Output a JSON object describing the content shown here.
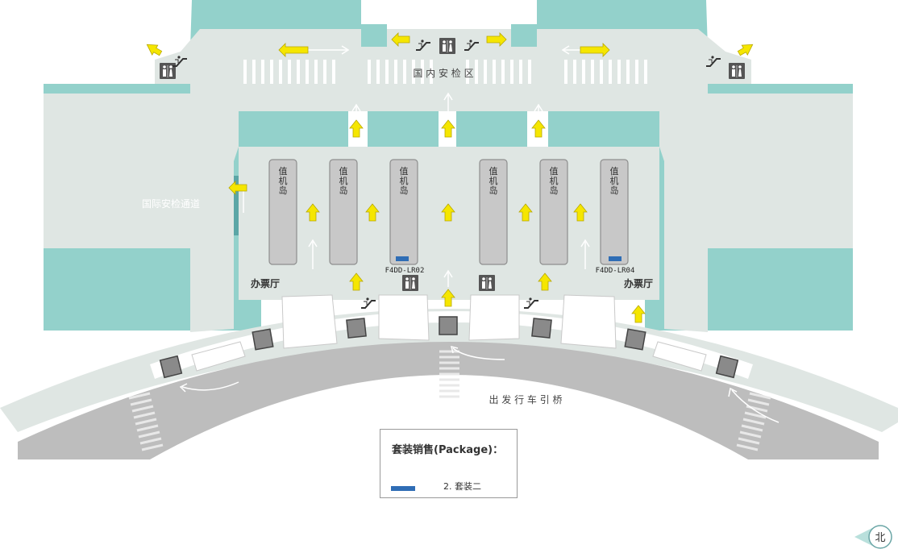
{
  "map": {
    "labels": {
      "domestic_security": "国 内 安 检 区",
      "international_security": "国际安检通道",
      "ticket_office_left": "办票厅",
      "ticket_office_right": "办票厅",
      "bridge": "出 发 行 车 引 桥",
      "checkin_code_1": "F4DD-LR02",
      "checkin_code_2": "F4DD-LR04"
    },
    "checkin_island_text": [
      "值",
      "机",
      "岛"
    ],
    "checkin_island_count": 6
  },
  "legend": {
    "title": "套装销售(Package)：",
    "items": [
      {
        "label": "2. 套装二",
        "color": "#2f6db5"
      }
    ]
  },
  "compass": {
    "label": "北"
  },
  "colors": {
    "restricted_area": "#93d1cb",
    "international_channel": "#5ba6a6",
    "public_floor": "#dfe6e3",
    "road": "#bdbdbd",
    "arrow": "#f5e600",
    "package_marker": "#2f6db5"
  },
  "icons": [
    "restroom-icon",
    "escalator-icon",
    "direction-arrow-icon",
    "elevator-icon"
  ]
}
